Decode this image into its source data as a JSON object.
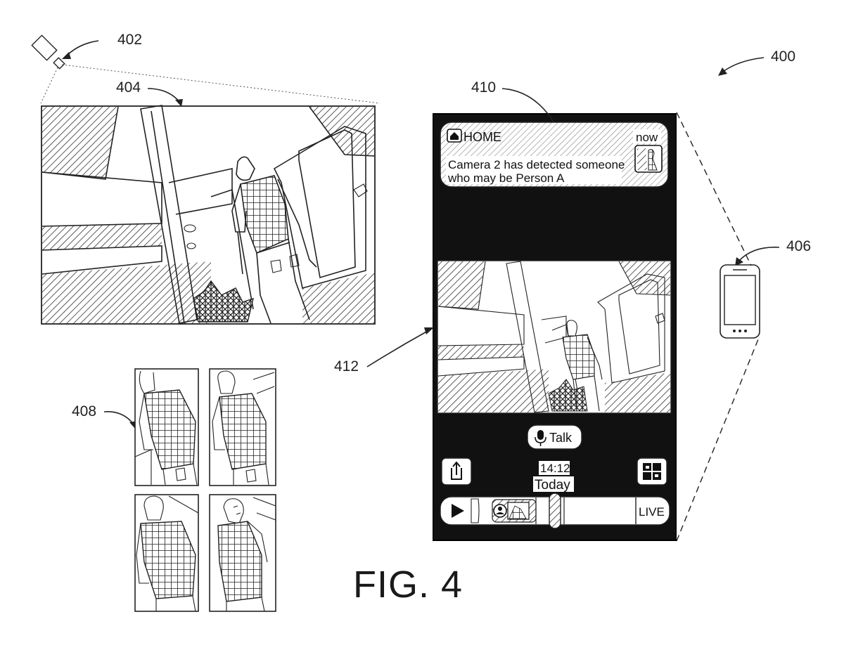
{
  "labels": {
    "camera": "402",
    "scene": "404",
    "system": "400",
    "phone": "406",
    "thumbnails": "408",
    "notification": "410",
    "video": "412"
  },
  "figure_title": "FIG. 4",
  "notification": {
    "home_label": "HOME",
    "time": "now",
    "message_line1": "Camera 2 has detected someone",
    "message_line2": "who may be Person A"
  },
  "controls": {
    "talk_label": "Talk",
    "clock": "14:12",
    "day": "Today",
    "live_label": "LIVE"
  },
  "icons": {
    "home": "home-icon",
    "mic": "microphone-icon",
    "share": "share-icon",
    "grid": "grid-view-icon",
    "play": "play-icon",
    "person": "person-icon"
  }
}
